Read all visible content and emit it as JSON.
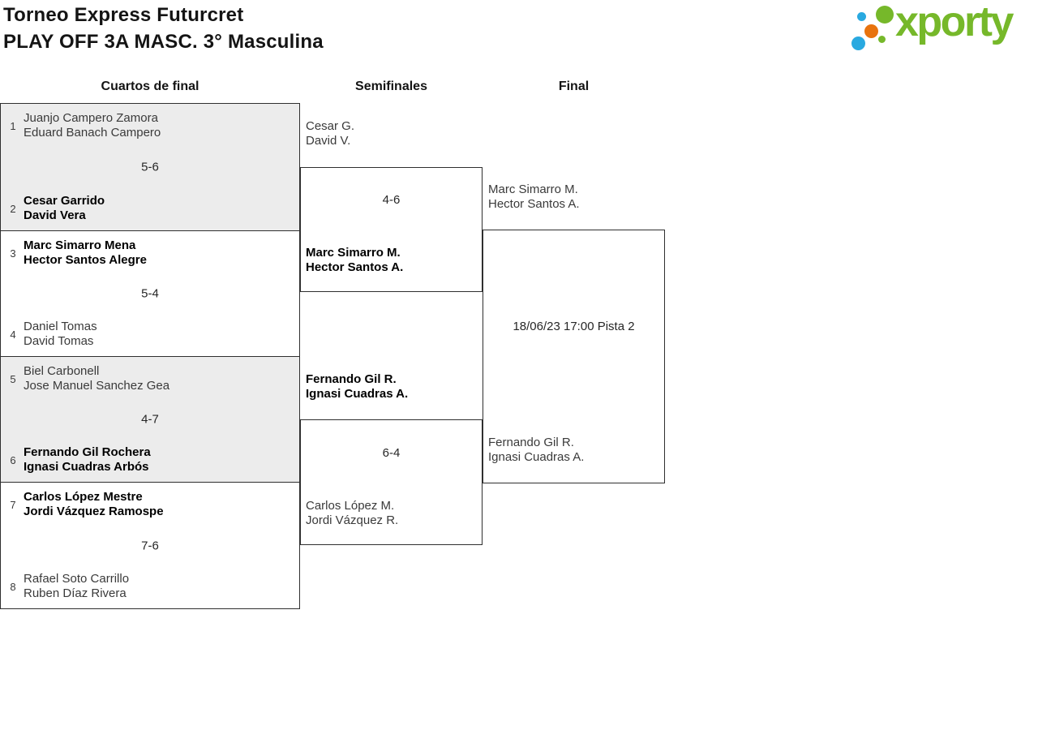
{
  "header": {
    "title_line1": "Torneo Express Futurcret",
    "title_line2": "PLAY OFF 3A MASC. 3° Masculina"
  },
  "logo": {
    "text": "xporty"
  },
  "round_headers": {
    "quarterfinals": "Cuartos de final",
    "semifinals": "Semifinales",
    "final": "Final"
  },
  "colors": {
    "logo_green": "#76b82a",
    "logo_blue": "#29a9e0",
    "logo_orange": "#e8730e",
    "shade_gray": "#ececec",
    "line": "#2f2f2f"
  },
  "quarterfinals": [
    {
      "shaded": true,
      "top": {
        "seed": "1",
        "lines": [
          "Juanjo Campero Zamora",
          "Eduard Banach Campero"
        ],
        "winner": false
      },
      "score": "5-6",
      "bottom": {
        "seed": "2",
        "lines": [
          "Cesar Garrido",
          "David Vera"
        ],
        "winner": true
      }
    },
    {
      "shaded": false,
      "top": {
        "seed": "3",
        "lines": [
          "Marc Simarro Mena",
          "Hector Santos Alegre"
        ],
        "winner": true
      },
      "score": "5-4",
      "bottom": {
        "seed": "4",
        "lines": [
          "Daniel Tomas",
          "David Tomas"
        ],
        "winner": false
      }
    },
    {
      "shaded": true,
      "top": {
        "seed": "5",
        "lines": [
          "Biel Carbonell",
          "Jose Manuel Sanchez Gea"
        ],
        "winner": false
      },
      "score": "4-7",
      "bottom": {
        "seed": "6",
        "lines": [
          "Fernando Gil Rochera",
          "Ignasi Cuadras Arbós"
        ],
        "winner": true
      }
    },
    {
      "shaded": false,
      "top": {
        "seed": "7",
        "lines": [
          "Carlos López Mestre",
          "Jordi Vázquez Ramospe"
        ],
        "winner": true
      },
      "score": "7-6",
      "bottom": {
        "seed": "8",
        "lines": [
          "Rafael Soto Carrillo",
          "Ruben Díaz Rivera"
        ],
        "winner": false
      }
    }
  ],
  "semifinals": [
    {
      "top": {
        "lines": [
          "Cesar G.",
          "David V."
        ],
        "winner": false
      },
      "score": "4-6",
      "bottom": {
        "lines": [
          "Marc Simarro M.",
          "Hector Santos A."
        ],
        "winner": true
      }
    },
    {
      "top": {
        "lines": [
          "Fernando Gil R.",
          "Ignasi Cuadras A."
        ],
        "winner": true
      },
      "score": "6-4",
      "bottom": {
        "lines": [
          "Carlos López M.",
          "Jordi Vázquez R."
        ],
        "winner": false
      }
    }
  ],
  "final": {
    "top": {
      "lines": [
        "Marc Simarro M.",
        "Hector Santos A."
      ],
      "winner": false
    },
    "schedule": "18/06/23 17:00 Pista 2",
    "bottom": {
      "lines": [
        "Fernando Gil R.",
        "Ignasi Cuadras A."
      ],
      "winner": false
    }
  }
}
